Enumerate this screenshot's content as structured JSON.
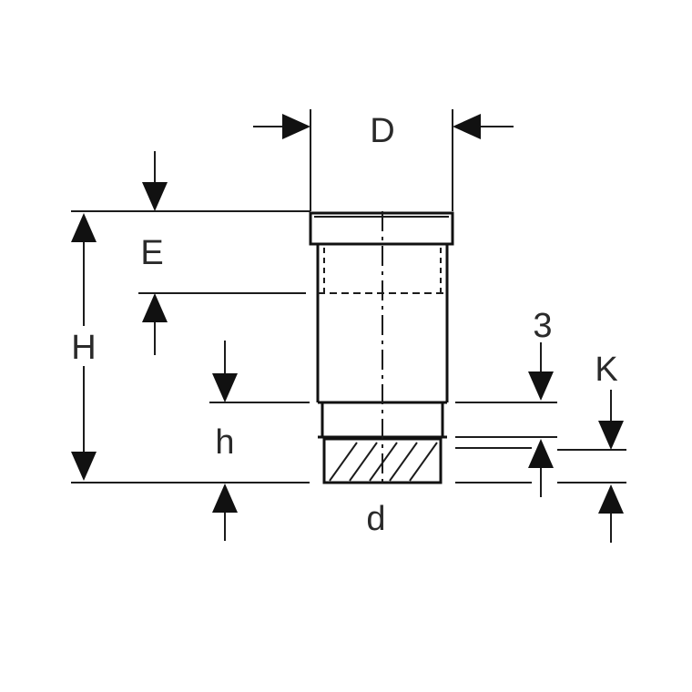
{
  "labels": {
    "D": "D",
    "E": "E",
    "H": "H",
    "h": "h",
    "d": "d",
    "three": "3",
    "K": "K"
  },
  "colors": {
    "ink": "#1c1c1c",
    "background": "#ffffff"
  }
}
